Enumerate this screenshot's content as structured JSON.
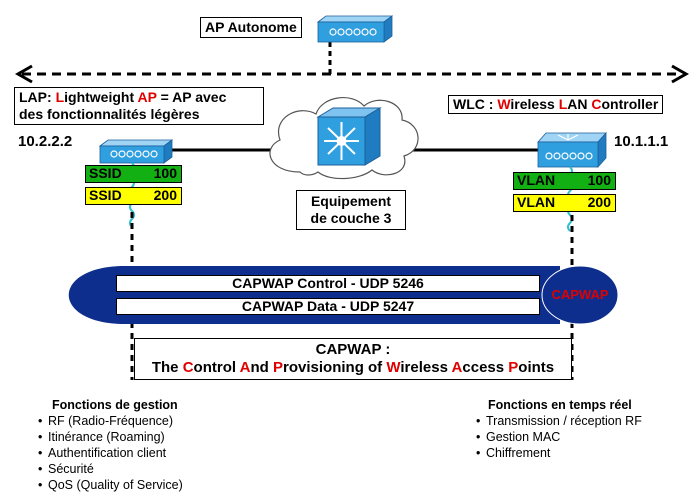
{
  "ap_autonome": "AP Autonome",
  "lap": {
    "prefix": "LAP: ",
    "L": "L",
    "ightweight": "ightweight ",
    "AP": "AP",
    "rest": " = AP avec",
    "line2": "des fonctionnalités légères",
    "ip": "10.2.2.2"
  },
  "wlc": {
    "prefix": "WLC : ",
    "W": "W",
    "ireless": "ireless ",
    "L": "L",
    "AN": "AN ",
    "C": "C",
    "ontroller": "ontroller",
    "ip": "10.1.1.1"
  },
  "ssid": [
    {
      "label": "SSID",
      "value": "100",
      "color": "#13b013"
    },
    {
      "label": "SSID",
      "value": "200",
      "color": "#ffff00"
    }
  ],
  "vlan": [
    {
      "label": "VLAN",
      "value": "100",
      "color": "#13b013"
    },
    {
      "label": "VLAN",
      "value": "200",
      "color": "#ffff00"
    }
  ],
  "l3": {
    "line1": "Equipement",
    "line2": "de couche 3"
  },
  "capwap_control": "CAPWAP Control - UDP 5246",
  "capwap_data": "CAPWAP Data - UDP 5247",
  "capwap_badge": "CAPWAP",
  "capwap_def": {
    "line1": "CAPWAP :",
    "p1": "The ",
    "C": "C",
    "p2": "ontrol ",
    "A": "A",
    "p3": "nd ",
    "P": "P",
    "p4": "rovisioning of ",
    "W": "W",
    "p5": "ireless ",
    "A2": "A",
    "p6": "ccess ",
    "P2": "P",
    "p7": "oints"
  },
  "fonctions_gestion": {
    "title": "Fonctions de gestion",
    "items": [
      "RF (Radio-Fréquence)",
      "Itinérance (Roaming)",
      "Authentification client",
      "Sécurité",
      "QoS (Quality of Service)"
    ]
  },
  "fonctions_temps_reel": {
    "title": "Fonctions en temps réel",
    "items": [
      "Transmission / réception RF",
      "Gestion MAC",
      "Chiffrement"
    ]
  },
  "colors": {
    "tunnel": "#0d2e8c",
    "accent": "#e00000",
    "device": "#2f9fe0"
  }
}
